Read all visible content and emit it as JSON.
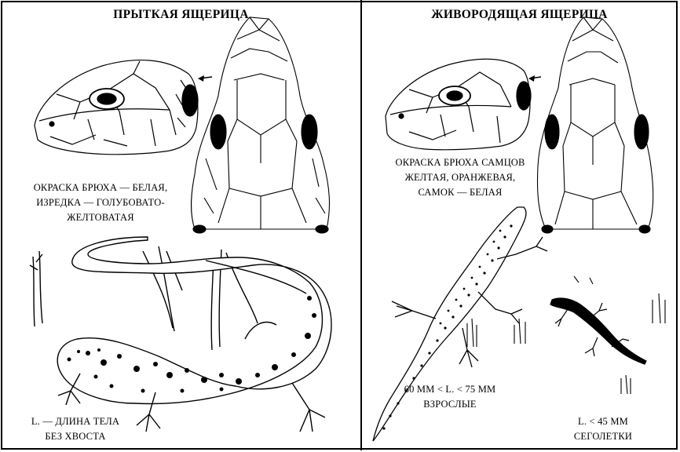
{
  "left_panel": {
    "title": "ПРЫТКАЯ ЯЩЕРИЦА",
    "belly_text": [
      "ОКРАСКА БРЮХА — БЕЛАЯ,",
      "ИЗРЕДКА — ГОЛУБОВАТО-",
      "ЖЕЛТОВАТАЯ"
    ],
    "length_text": [
      "L. — ДЛИНА ТЕЛА",
      "БЕЗ ХВОСТА"
    ]
  },
  "right_panel": {
    "title": "ЖИВОРОДЯЩАЯ ЯЩЕРИЦА",
    "belly_text": [
      "ОКРАСКА БРЮХА САМЦОВ",
      "ЖЕЛТАЯ, ОРАНЖЕВАЯ,",
      "САМОК — БЕЛАЯ"
    ],
    "adult_text": [
      "60 ММ < L. < 75 ММ",
      "ВЗРОСЛЫЕ"
    ],
    "juvenile_text": [
      "L. < 45 ММ",
      "СЕГОЛЕТКИ"
    ]
  },
  "colors": {
    "ink": "#000000",
    "paper": "#ffffff"
  }
}
